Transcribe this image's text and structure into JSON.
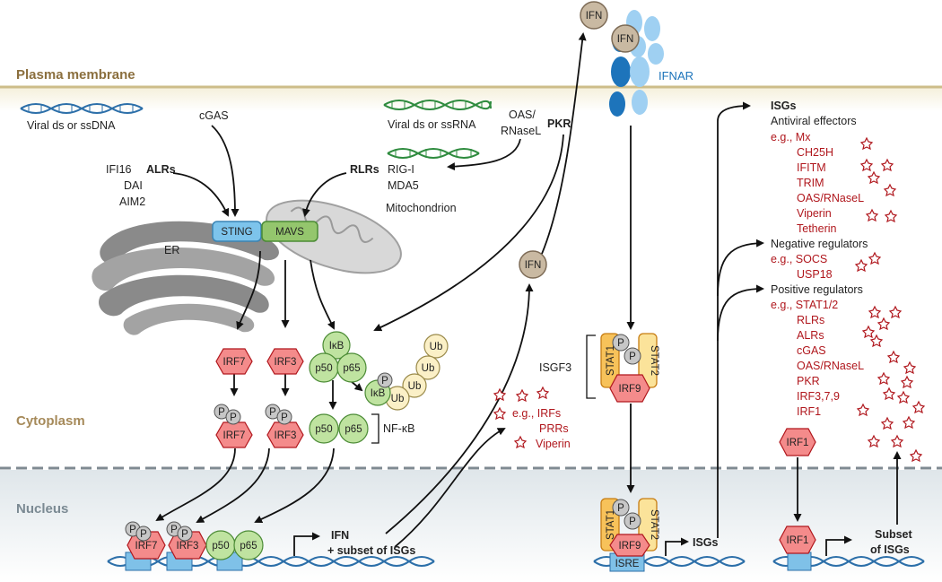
{
  "colors": {
    "membrane": "#f0e9cf",
    "membrane_label": "#8b6f3e",
    "nucleus": "#e3eaed",
    "nucleus_label": "#7b8a93",
    "red_text": "#b0171d",
    "ifnar": "#1d74bb",
    "dna_blue": "#2c6fa9",
    "rna_green": "#2e8b3e"
  },
  "regions": {
    "plasma_membrane": "Plasma membrane",
    "cytoplasm": "Cytoplasm",
    "nucleus": "Nucleus"
  },
  "sensors": {
    "viral_dna": "Viral ds or ssDNA",
    "cgas": "cGAS",
    "ifi16": "IFI16",
    "alrs": "ALRs",
    "dai": "DAI",
    "aim2": "AIM2",
    "viral_rna": "Viral ds or ssRNA",
    "oas_line1": "OAS/",
    "oas_line2": "RNaseL",
    "pkr": "PKR",
    "rlrs": "RLRs",
    "rigi": "RIG-I",
    "mda5": "MDA5"
  },
  "organelles": {
    "sting": "STING",
    "mavs": "MAVS",
    "er": "ER",
    "mitochondrion": "Mitochondrion"
  },
  "factors": {
    "irf7": "IRF7",
    "irf3": "IRF3",
    "ikb": "IκB",
    "p50": "p50",
    "p65": "p65",
    "ub": "Ub",
    "p": "P",
    "nfkb": "NF-κB"
  },
  "ifn": {
    "ifn": "IFN",
    "ifnar": "IFNAR",
    "stat1": "STAT1",
    "stat2": "STAT2",
    "irf9": "IRF9",
    "isgf3": "ISGF3",
    "isre": "ISRE",
    "irf1": "IRF1"
  },
  "cyto_isgs": {
    "eg": "e.g., IRFs",
    "prrs": "PRRs",
    "viperin": "Viperin"
  },
  "nuclear": {
    "ifn_line1": "IFN",
    "ifn_line2": "+ subset of ISGs",
    "isgs": "ISGs",
    "subset_line1": "Subset",
    "subset_line2": "of ISGs"
  },
  "isg_panel": {
    "title": "ISGs",
    "antiviral_heading": "Antiviral effectors",
    "antiviral": [
      "e.g., Mx",
      "CH25H",
      "IFITM",
      "TRIM",
      "OAS/RNaseL",
      "Viperin",
      "Tetherin"
    ],
    "negative_heading": "Negative regulators",
    "negative": [
      "e.g., SOCS",
      "USP18"
    ],
    "positive_heading": "Positive regulators",
    "positive": [
      "e.g., STAT1/2",
      "RLRs",
      "ALRs",
      "cGAS",
      "OAS/RNaseL",
      "PKR",
      "IRF3,7,9",
      "IRF1"
    ]
  }
}
